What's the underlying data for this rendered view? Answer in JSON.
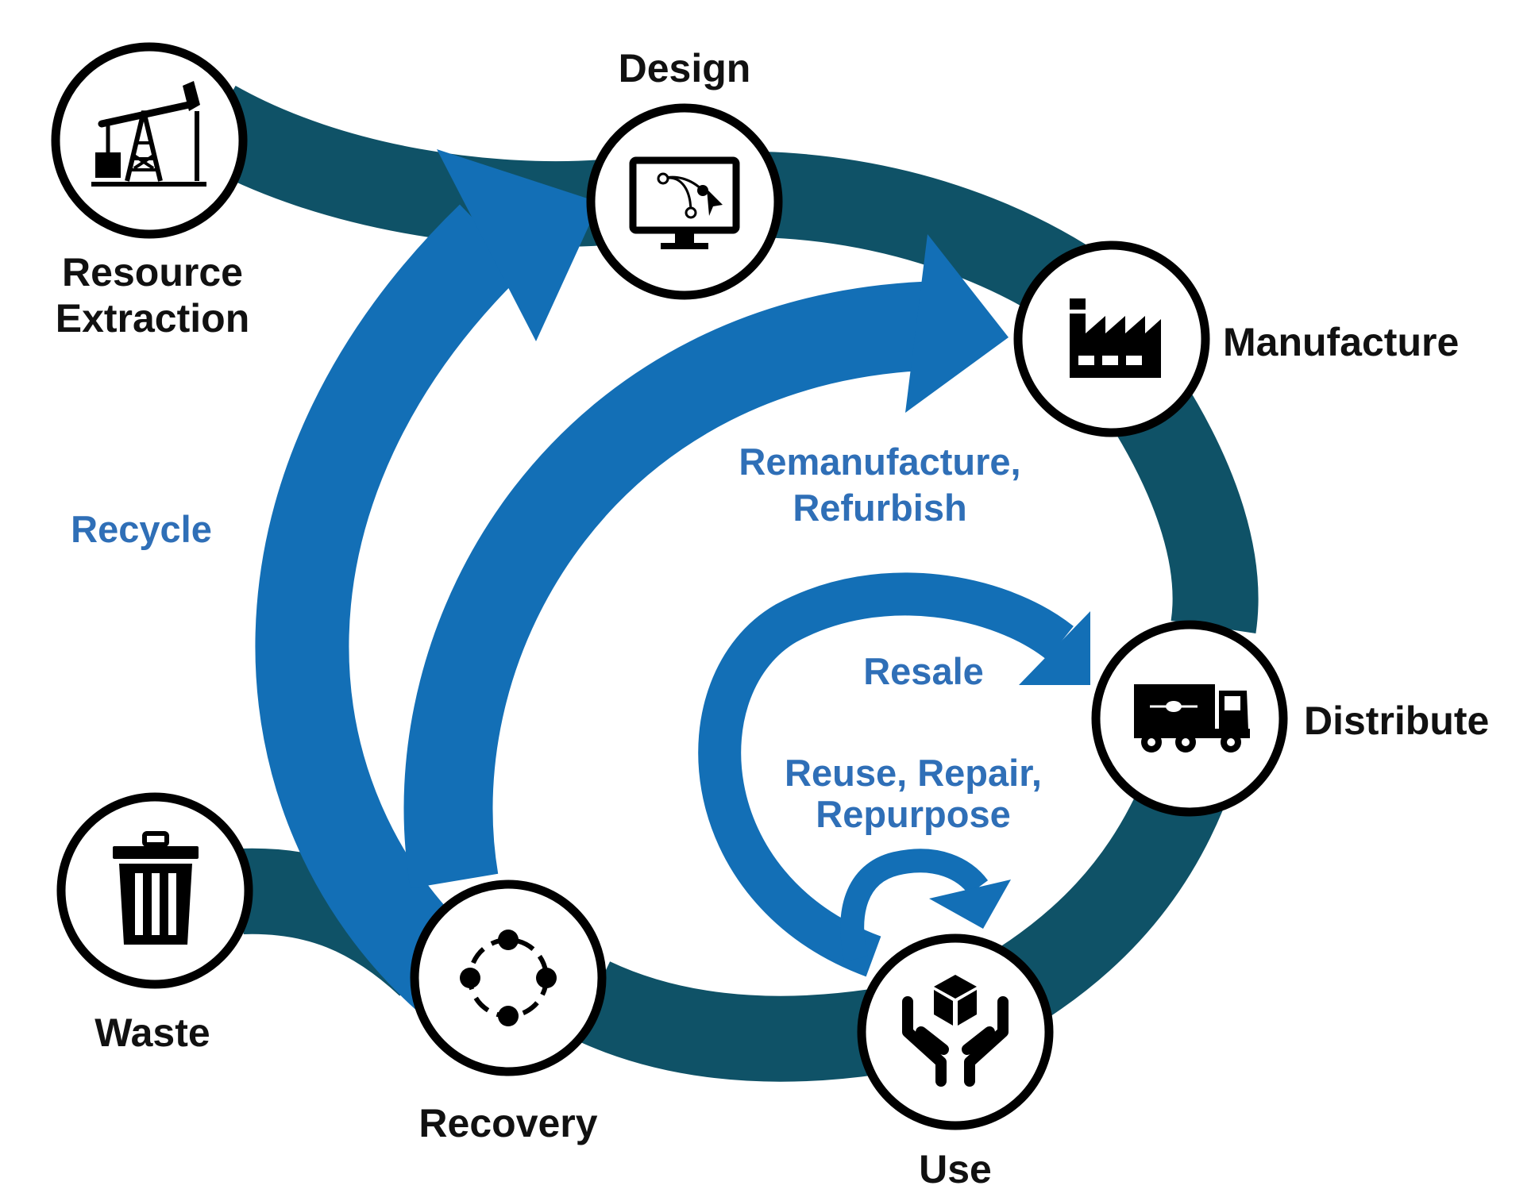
{
  "colors": {
    "outer_loop": "#0f5267",
    "inner_arrows": "#136fb6",
    "flow_text": "#2f6fb7",
    "node_stroke": "#000000",
    "label_text": "#111111"
  },
  "nodes": {
    "resource_extraction": {
      "label_lines": [
        "Resource",
        "Extraction"
      ],
      "icon": "oil-pump-icon"
    },
    "design": {
      "label": "Design",
      "icon": "monitor-design-icon"
    },
    "manufacture": {
      "label": "Manufacture",
      "icon": "factory-icon"
    },
    "distribute": {
      "label": "Distribute",
      "icon": "truck-icon"
    },
    "use": {
      "label": "Use",
      "icon": "hands-box-icon"
    },
    "recovery": {
      "label": "Recovery",
      "icon": "cycle-dots-icon"
    },
    "waste": {
      "label": "Waste",
      "icon": "trash-can-icon"
    }
  },
  "flows": {
    "recycle": {
      "label": "Recycle"
    },
    "remanufacture": {
      "label_lines": [
        "Remanufacture,",
        "Refurbish"
      ]
    },
    "resale": {
      "label": "Resale"
    },
    "reuse": {
      "label_lines": [
        "Reuse, Repair,",
        "Repurpose"
      ]
    }
  }
}
